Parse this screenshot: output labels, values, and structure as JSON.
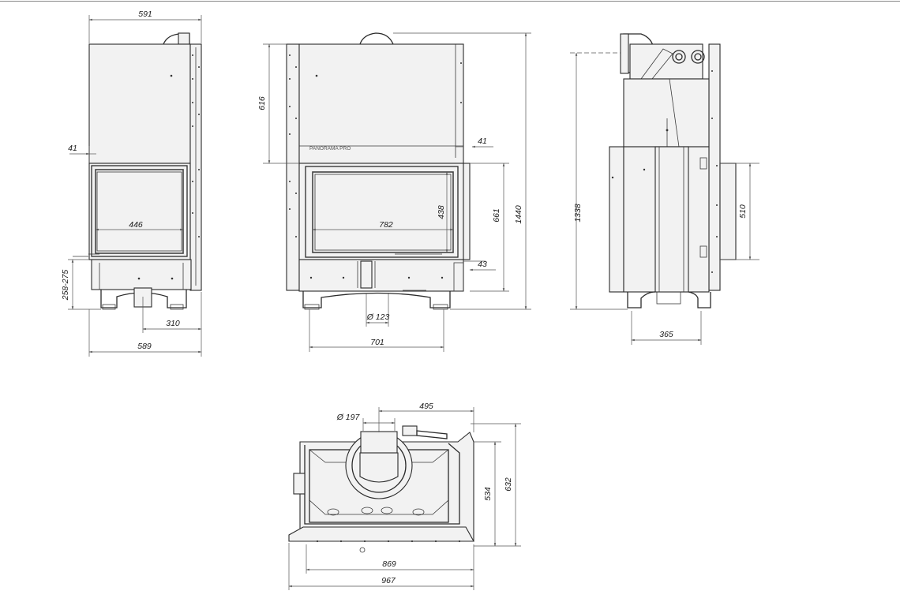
{
  "drawing": {
    "front_view": {
      "top_width": "591",
      "front_offset": "41",
      "glass_width": "446",
      "base_height_range": "258-275",
      "flue_offset": "310",
      "bottom_width": "589"
    },
    "side_view": {
      "upper_height": "616",
      "front_offset": "41",
      "glass_height": "438",
      "glass_width": "782",
      "door_height": "661",
      "total_height": "1440",
      "bottom_offset": "43",
      "air_inlet_diameter": "Ø 123",
      "base_width": "701",
      "logo_text": "PANORAMA PRO"
    },
    "profile_view": {
      "height": "1338",
      "inlet_height": "510",
      "depth": "365"
    },
    "top_view": {
      "flue_diameter": "Ø 197",
      "flue_offset": "495",
      "inner_depth": "534",
      "total_depth": "632",
      "inner_width": "869",
      "total_width": "967"
    },
    "colors": {
      "line": "#2b2b2b",
      "fill": "#f2f2f2",
      "dimension": "#555555",
      "background": "#ffffff"
    }
  }
}
